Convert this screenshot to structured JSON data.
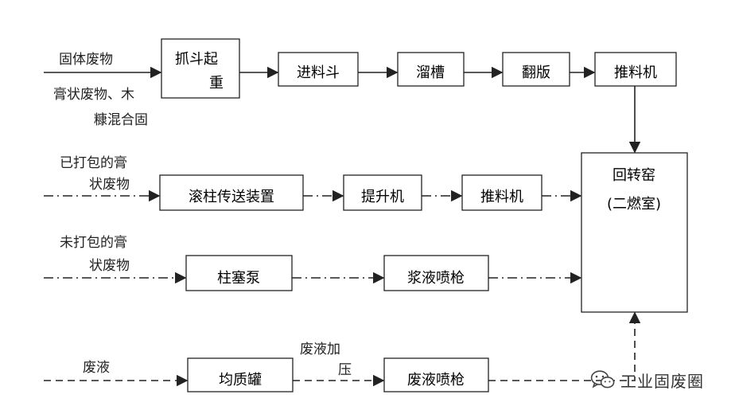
{
  "inputs": {
    "solid": "固体废物",
    "paste_mix_line1": "膏状废物、木",
    "paste_mix_line2": "糠混合固",
    "packed_line1": "已打包的膏",
    "packed_line2": "状废物",
    "unpacked_line1": "未打包的膏",
    "unpacked_line2": "状废物",
    "liquid": "废液"
  },
  "boxes": {
    "grab_line1": "抓斗起",
    "grab_line2": "重",
    "hopper": "进料斗",
    "chute": "溜槽",
    "flap": "翻版",
    "pusher1": "推料机",
    "roller": "滚柱传送装置",
    "lift": "提升机",
    "pusher2": "推料机",
    "plunger_pump": "柱塞泵",
    "slurry_gun": "浆液喷枪",
    "homogenizer": "均质罐",
    "liquid_gun": "废液喷枪",
    "kiln_line1": "回转窑",
    "kiln_line2": "(二燃室)"
  },
  "edge_labels": {
    "pressurize_line1": "废液加",
    "pressurize_line2": "压"
  },
  "watermark": {
    "text": "工业固废圈",
    "icon": "wechat-icon"
  }
}
